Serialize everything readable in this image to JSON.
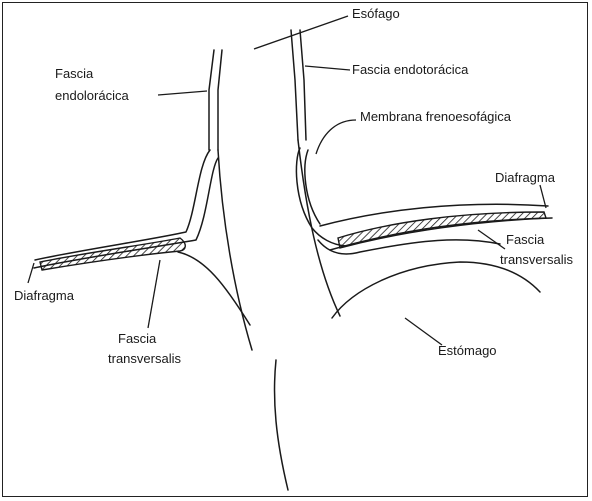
{
  "diagram": {
    "labels": {
      "esofago": "Esófago",
      "fascia_endotoracica_left_line1": "Fascia",
      "fascia_endotoracica_left_line2": "endolorácica",
      "fascia_endotoracica_right": "Fascia endotorácica",
      "membrana_frenoesofagica": "Membrana frenoesofágica",
      "diafragma_right": "Diafragma",
      "fascia_transversalis_right_line1": "Fascia",
      "fascia_transversalis_right_line2": "transversalis",
      "diafragma_left": "Diafragma",
      "fascia_transversalis_left_line1": "Fascia",
      "fascia_transversalis_left_line2": "transversalis",
      "estomago": "Estómago"
    },
    "colors": {
      "ink": "#1a1a1a",
      "background": "#ffffff"
    }
  }
}
